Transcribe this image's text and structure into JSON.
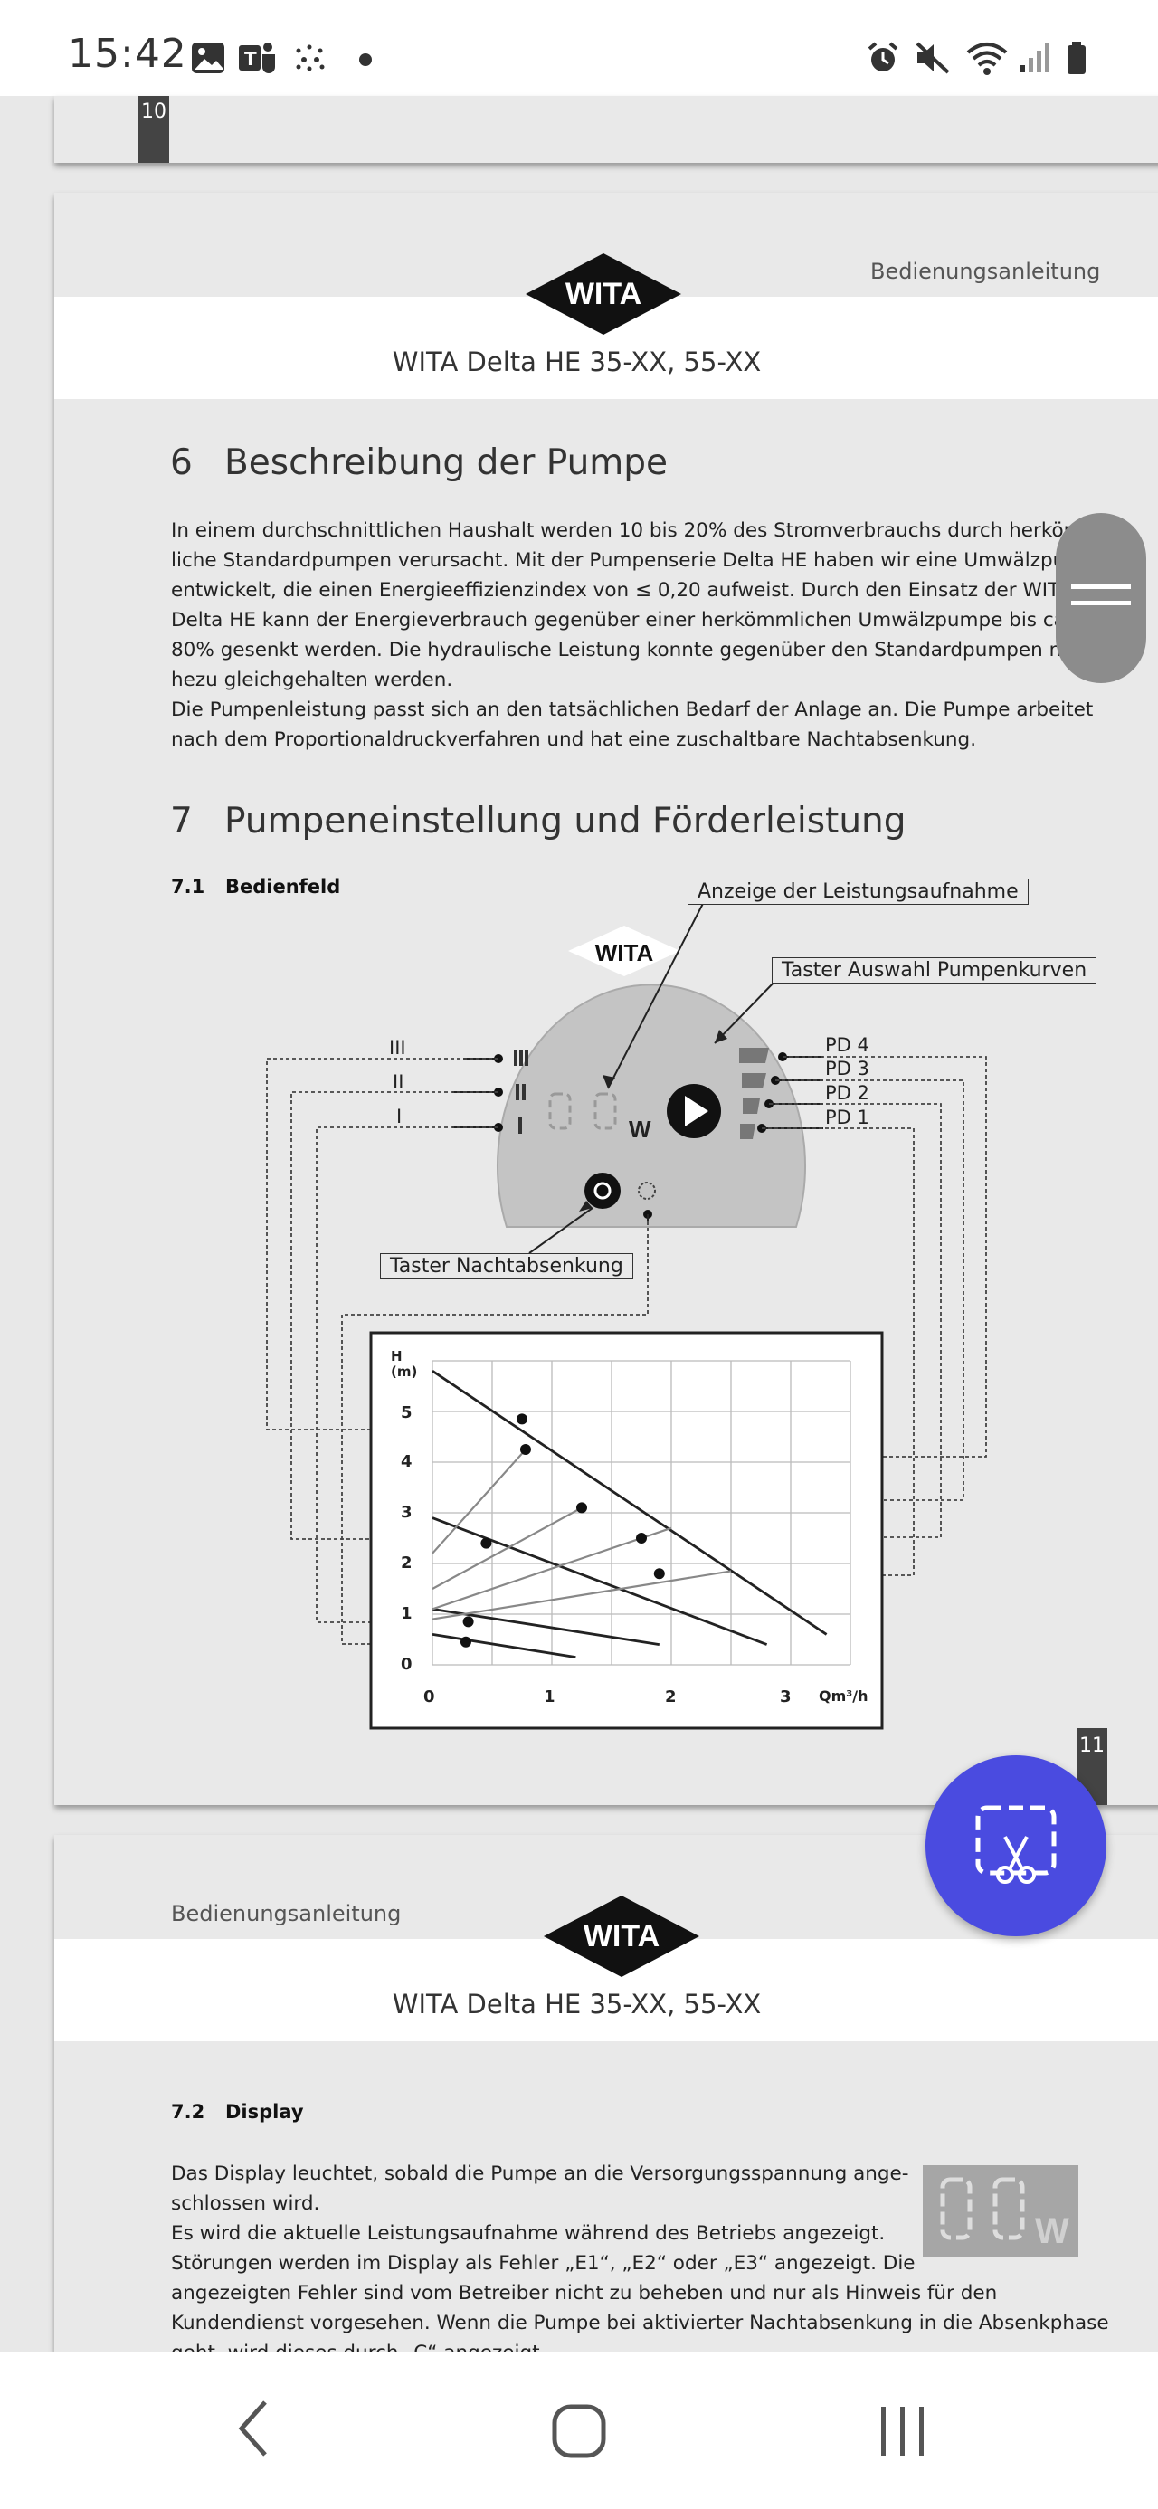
{
  "status_bar": {
    "time": "15:42",
    "left_icons": [
      "gallery-icon",
      "teams-icon",
      "sparkle-icon",
      "dot-icon"
    ],
    "right_icons": [
      "alarm-icon",
      "mute-icon",
      "wifi-icon",
      "signal-icon",
      "battery-icon"
    ]
  },
  "page10": {
    "page_number": "10"
  },
  "page11": {
    "header_label": "Bedienungsanleitung",
    "logo_text": "WITA",
    "title": "WITA Delta HE 35-XX, 55-XX",
    "section6": {
      "number": "6",
      "heading": "Beschreibung der Pumpe",
      "lines": [
        "In einem durchschnittlichen Haushalt werden 10 bis 20% des Stromverbrauchs durch herkömm-",
        "liche Standardpumpen verursacht. Mit der Pumpenserie Delta HE haben wir eine Umwälzpumpe",
        "entwickelt, die einen Energieeffizienzindex von ≤ 0,20 aufweist. Durch den Einsatz der WITA",
        "Delta HE kann der Energieverbrauch gegenüber einer herkömmlichen Umwälzpumpe bis ca.",
        "80% gesenkt werden. Die hydraulische Leistung konnte gegenüber den Standardpumpen na-",
        "hezu gleichgehalten werden.",
        "Die Pumpenleistung passt sich an den tatsächlichen Bedarf der Anlage an. Die Pumpe arbeitet",
        "nach dem Proportionaldruckverfahren und hat eine zuschaltbare Nachtabsenkung."
      ]
    },
    "section7": {
      "number": "7",
      "heading": "Pumpeneinstellung und Förderleistung",
      "sub_number": "7.1",
      "sub_heading": "Bedienfeld"
    },
    "diagram": {
      "pump_logo": "WITA",
      "label_power": "Anzeige der Leistungsaufnahme",
      "label_curve": "Taster Auswahl Pumpenkurven",
      "label_night": "Taster Nachtabsenkung",
      "left_levels": [
        "III",
        "II",
        "I"
      ],
      "right_levels": [
        "PD 4",
        "PD 3",
        "PD 2",
        "PD 1"
      ],
      "display_unit": "W"
    },
    "page_number": "11"
  },
  "page12": {
    "header_label": "Bedienungsanleitung",
    "logo_text": "WITA",
    "title": "WITA Delta HE 35-XX, 55-XX",
    "sub_number": "7.2",
    "sub_heading": "Display",
    "lines": [
      "Das Display leuchtet, sobald die Pumpe an die Versorgungsspannung ange-",
      "schlossen wird.",
      "Es wird die aktuelle Leistungsaufnahme während des Betriebs angezeigt.",
      "Störungen werden im Display als Fehler „E1“, „E2“ oder „E3“ angezeigt. Die",
      "angezeigten Fehler sind vom Betreiber nicht zu beheben und nur als Hinweis für den",
      "Kundendienst vorgesehen. Wenn die Pumpe bei aktivierter Nachtabsenkung in die Absenkphase",
      "geht, wird dieses durch „C“ angezeigt."
    ],
    "display_unit": "W"
  },
  "chart_data": {
    "type": "line",
    "xlabel": "Qm³/h",
    "ylabel": "H (m)",
    "xlim": [
      0,
      3.5
    ],
    "ylim": [
      0,
      6
    ],
    "x_ticks": [
      "0",
      "1",
      "2",
      "3"
    ],
    "y_ticks": [
      "0",
      "1",
      "2",
      "3",
      "4",
      "5"
    ],
    "grid": true,
    "series": [
      {
        "x": [
          0,
          3.3
        ],
        "y": [
          5.8,
          0.6
        ]
      },
      {
        "x": [
          0,
          2.8
        ],
        "y": [
          2.9,
          0.4
        ]
      },
      {
        "x": [
          0,
          1.9
        ],
        "y": [
          1.1,
          0.4
        ]
      },
      {
        "x": [
          0,
          1.2
        ],
        "y": [
          0.6,
          0.15
        ]
      },
      {
        "x": [
          0,
          0.8
        ],
        "y": [
          2.2,
          4.3
        ]
      },
      {
        "x": [
          0,
          1.25
        ],
        "y": [
          1.5,
          3.1
        ]
      },
      {
        "x": [
          0,
          2.0
        ],
        "y": [
          1.1,
          2.7
        ]
      },
      {
        "x": [
          0,
          2.5
        ],
        "y": [
          0.9,
          1.85
        ]
      }
    ],
    "points": [
      {
        "x": 0.75,
        "y": 4.85
      },
      {
        "x": 0.78,
        "y": 4.25
      },
      {
        "x": 1.25,
        "y": 3.1
      },
      {
        "x": 1.75,
        "y": 2.5
      },
      {
        "x": 1.9,
        "y": 1.8
      },
      {
        "x": 0.45,
        "y": 2.4
      },
      {
        "x": 0.3,
        "y": 0.85
      },
      {
        "x": 0.28,
        "y": 0.45
      }
    ]
  }
}
